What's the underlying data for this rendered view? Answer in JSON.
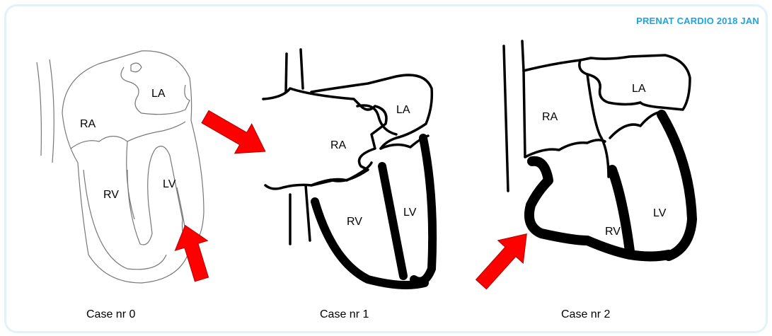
{
  "header": "PRENAT CARDIO 2018 JAN",
  "cases": [
    {
      "caption": "Case nr 0",
      "labels": {
        "ra": "RA",
        "la": "LA",
        "rv": "RV",
        "lv": "LV"
      }
    },
    {
      "caption": "Case nr 1",
      "labels": {
        "ra": "RA",
        "la": "LA",
        "rv": "RV",
        "lv": "LV"
      }
    },
    {
      "caption": "Case nr 2",
      "labels": {
        "ra": "RA",
        "la": "LA",
        "rv": "RV",
        "lv": "LV"
      }
    }
  ],
  "colors": {
    "arrow": "#ff0000",
    "header": "#1aa6e0",
    "frame": "#e3f1f9"
  }
}
